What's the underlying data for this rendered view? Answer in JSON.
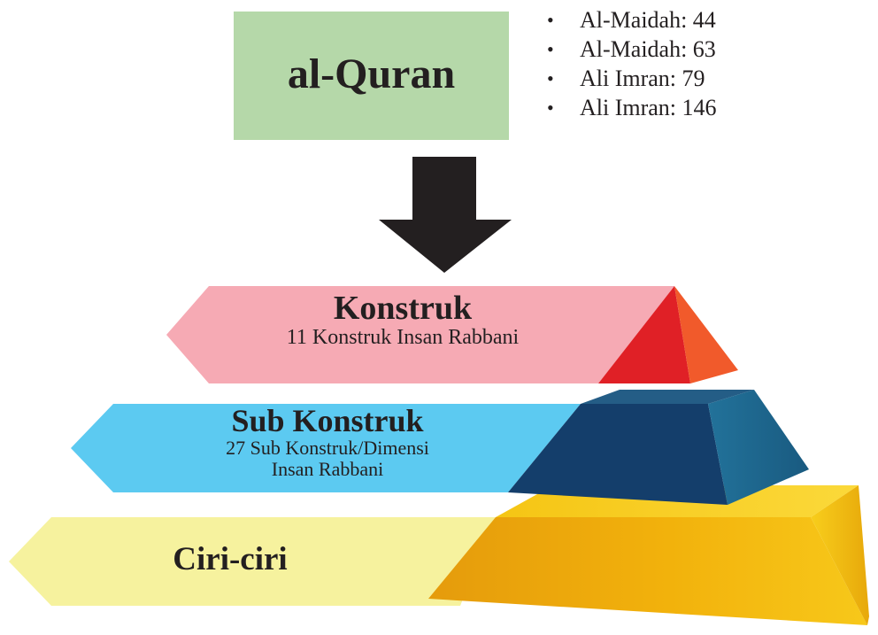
{
  "source": {
    "title": "al-Quran"
  },
  "references": [
    "Al-Maidah: 44",
    "Al-Maidah: 63",
    "Ali Imran: 79",
    "Ali Imran: 146"
  ],
  "levels": [
    {
      "title": "Konstruk",
      "subtitle_lines": [
        "11 Konstruk Insan Rabbani"
      ]
    },
    {
      "title": "Sub Konstruk",
      "subtitle_lines": [
        "27 Sub Konstruk/Dimensi",
        "Insan Rabbani"
      ]
    },
    {
      "title": "Ciri-ciri",
      "subtitle_lines": []
    }
  ],
  "colors": {
    "source_box": "#b5d8a9",
    "arrow": "#231f20",
    "level1_band": "#f6aab4",
    "level1_pyramid_front": "#e02026",
    "level1_pyramid_side": "#f15a2b",
    "level2_band": "#5bc8ef",
    "level2_pyramid_front": "#153f6c",
    "level2_pyramid_side": "#1c6b8e",
    "level3_band": "#f7f19f",
    "level3_pyramid_front": "#f0a70b",
    "level3_pyramid_side": "#f7cd1b"
  }
}
